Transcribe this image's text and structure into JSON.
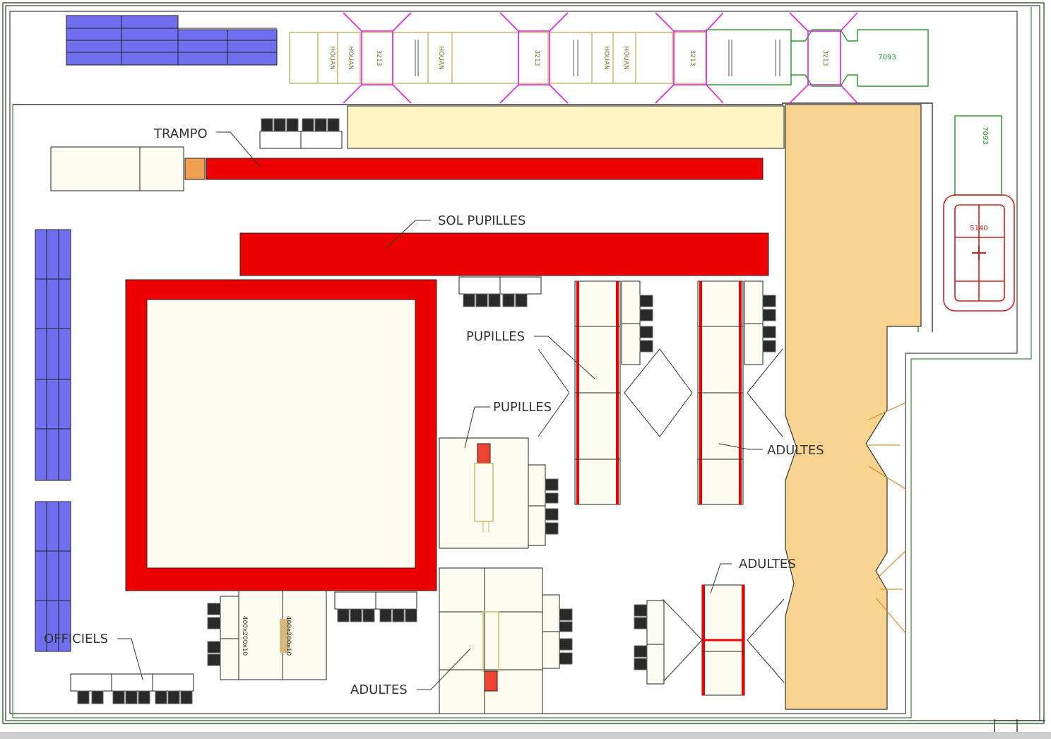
{
  "labels": {
    "trampo": "TRAMPO",
    "sol_pupilles": "SOL PUPILLES",
    "pupilles_1": "PUPILLES",
    "pupilles_2": "PUPILLES",
    "adultes_1": "ADULTES",
    "adultes_2": "ADULTES",
    "adultes_3": "ADULTES",
    "officiels": "OFFICIELS"
  },
  "mat_marks": {
    "mat_a": "400x200x10",
    "mat_b": "400x200x10"
  },
  "top_equipment": {
    "t1": "HOUAN",
    "t2": "HOUAN",
    "t3": "3213",
    "t4": "HOUAN",
    "t5": "3213",
    "t6": "HOUAN",
    "t7": "HOUAN",
    "t8": "3213",
    "t9": "3213",
    "t10": "7093"
  },
  "side_equipment": {
    "green_code": "7093",
    "red_code": "5140"
  },
  "colors": {
    "floor_red": "#ee0000",
    "seating_blue": "#6f6ff0",
    "stand_tan": "#f8d48e",
    "mat_cream": "#fdfcf0",
    "corridor_cream": "#fff3c4",
    "magenta": "#e020e0",
    "green_line": "#2aa02a",
    "yellow_line": "#c8b86a"
  }
}
